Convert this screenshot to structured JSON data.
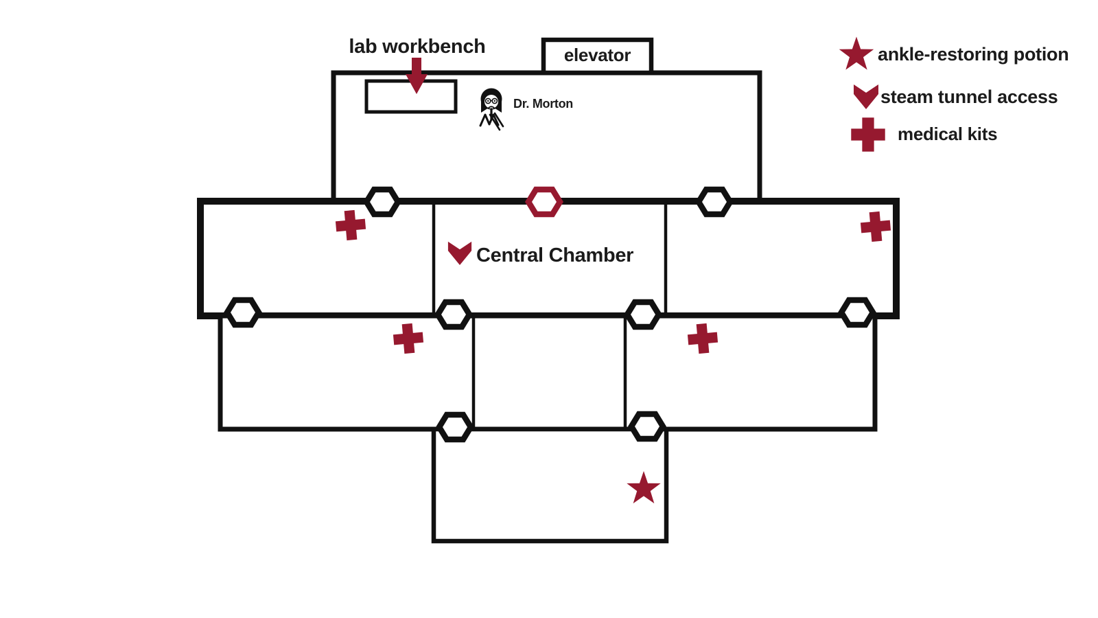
{
  "colors": {
    "accent": "#96192f",
    "wall": "#111111"
  },
  "labels": {
    "lab_workbench": "lab workbench",
    "elevator": "elevator",
    "dr_morton": "Dr. Morton",
    "central_chamber": "Central Chamber"
  },
  "legend": {
    "items": [
      {
        "icon": "star-icon",
        "label": "ankle-restoring potion"
      },
      {
        "icon": "chevron-down-icon",
        "label": "steam tunnel access"
      },
      {
        "icon": "cross-icon",
        "label": "medical kits"
      }
    ]
  },
  "map": {
    "doors": {
      "total": 9,
      "highlighted_red": 1
    },
    "symbol_counts": {
      "medical_kits": 4,
      "steam_tunnel_access_on_map": 1,
      "ankle_restoring_potion_on_map": 1
    },
    "rooms": [
      {
        "id": "lab-room",
        "contains": [
          "lab workbench",
          "elevator",
          "Dr. Morton"
        ]
      },
      {
        "id": "west-room",
        "contains": [
          "medical kit"
        ]
      },
      {
        "id": "central-chamber",
        "label": "Central Chamber",
        "contains": [
          "steam tunnel access"
        ]
      },
      {
        "id": "east-room",
        "contains": [
          "medical kit"
        ]
      },
      {
        "id": "southwest-room",
        "contains": [
          "medical kit"
        ]
      },
      {
        "id": "south-center-room",
        "contains": []
      },
      {
        "id": "southeast-room",
        "contains": [
          "medical kit"
        ]
      },
      {
        "id": "bottom-room",
        "contains": [
          "ankle-restoring potion"
        ]
      }
    ]
  }
}
